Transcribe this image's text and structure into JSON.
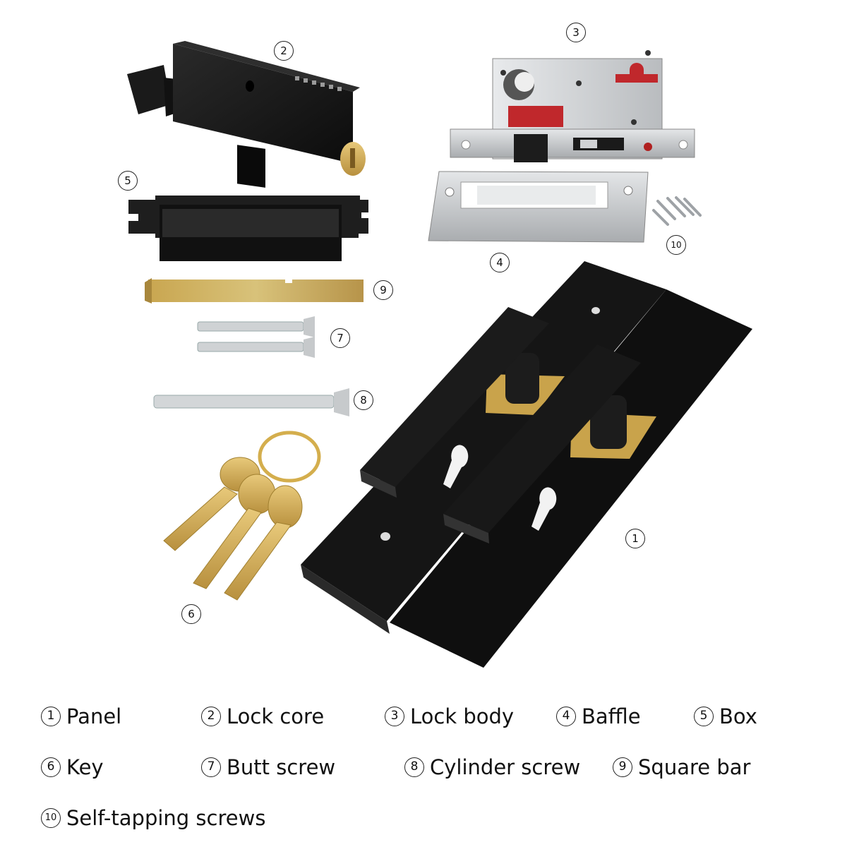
{
  "callouts": {
    "panel": "1",
    "lock_core": "2",
    "lock_body": "3",
    "baffle": "4",
    "box": "5",
    "key": "6",
    "butt_screw": "7",
    "cylinder_screw": "8",
    "square_bar": "9",
    "self_tapping_screws": "10"
  },
  "legend": [
    {
      "num": "1",
      "label": "Panel"
    },
    {
      "num": "2",
      "label": "Lock core"
    },
    {
      "num": "3",
      "label": "Lock body"
    },
    {
      "num": "4",
      "label": "Baffle"
    },
    {
      "num": "5",
      "label": "Box"
    },
    {
      "num": "6",
      "label": "Key"
    },
    {
      "num": "7",
      "label": "Butt screw"
    },
    {
      "num": "8",
      "label": "Cylinder screw"
    },
    {
      "num": "9",
      "label": "Square bar"
    },
    {
      "num": "10",
      "label": "Self-tapping screws"
    }
  ],
  "colors": {
    "black_finish": "#141414",
    "brass": "#d9b25a",
    "steel": "#c9cbcd",
    "red_mechanism": "#c0282c"
  }
}
